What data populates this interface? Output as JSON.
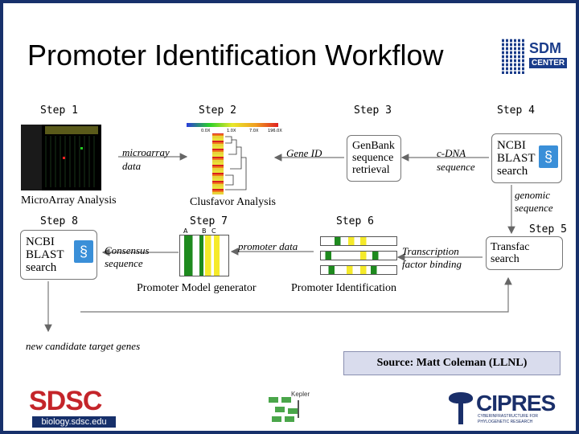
{
  "title": "Promoter Identification Workflow",
  "steps": {
    "s1": "Step 1",
    "s2": "Step 2",
    "s3": "Step 3",
    "s4": "Step 4",
    "s5": "Step 5",
    "s6": "Step 6",
    "s7": "Step 7",
    "s8": "Step 8"
  },
  "nodes": {
    "microarray_label": "MicroArray Analysis",
    "clusfavor_label": "Clusfavor Analysis",
    "genbank": "GenBank\nsequence\nretrieval",
    "ncbi_top": "NCBI\nBLAST\nsearch",
    "transfac": "Transfac\nsearch",
    "promoter_identification": "Promoter Identification",
    "promoter_model": "Promoter Model generator",
    "ncbi_bottom": "NCBI\nBLAST\nsearch"
  },
  "edges": {
    "microarray_data": "microarray\ndata",
    "gene_id": "Gene ID",
    "cdna": "c-DNA\nsequence",
    "genomic": "genomic\nsequence",
    "transcription": "Transcription\nfactor binding",
    "promoter_data": "promoter data",
    "consensus": "Consensus\nsequence",
    "candidates": "new candidate target genes"
  },
  "heat_scale": [
    "0.0X",
    "1.0X",
    "7.0X",
    "196.0X"
  ],
  "model_columns": [
    "A",
    "B",
    "C"
  ],
  "source": "Source: Matt Coleman (LLNL)",
  "logos": {
    "sdm_line1": "SDM",
    "sdm_line2": "CENTER",
    "sdsc": "SDSC",
    "sdsc_url": "biology.sdsc.edu",
    "kepler": "Kepler",
    "cipres": "CIPRES",
    "cipres_sub1": "CYBERINFRASTRUCTURE FOR",
    "cipres_sub2": "PHYLOGENETIC RESEARCH"
  },
  "colors": {
    "frame": "#17306b",
    "accent_green": "#1e8a1e",
    "accent_yellow": "#f5ea2a",
    "sdsc_red": "#c4252a"
  }
}
